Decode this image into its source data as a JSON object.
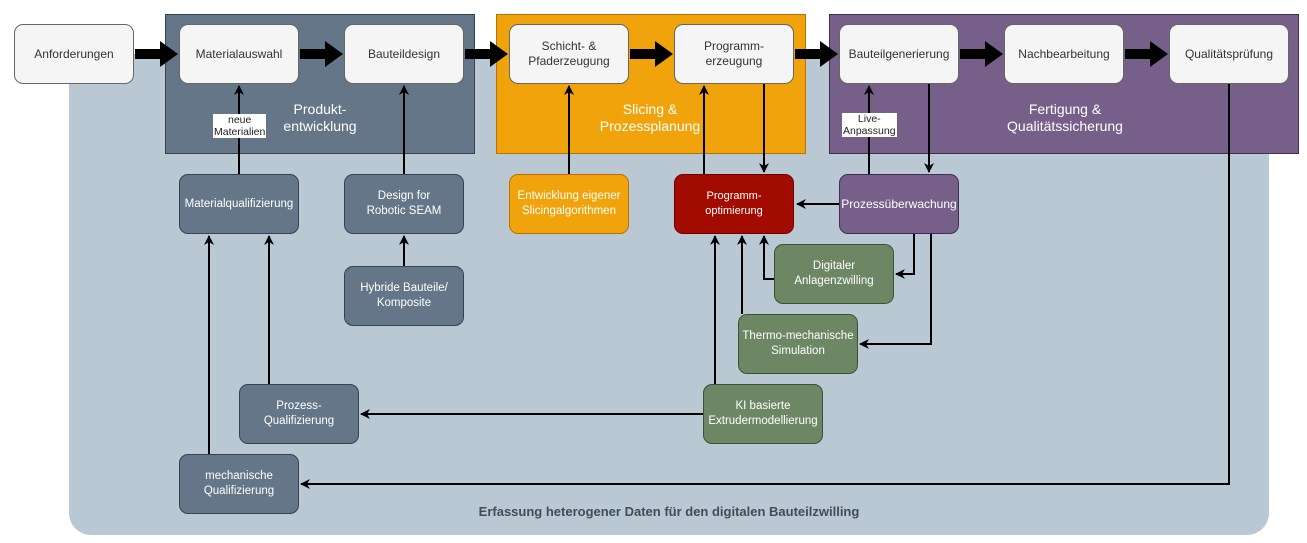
{
  "groups": {
    "produkt": {
      "label": "Produkt-\nentwicklung",
      "color": "#647687"
    },
    "slicing": {
      "label": "Slicing &\nProzessplanung",
      "color": "#f0a30a"
    },
    "fertigung": {
      "label": "Fertigung &\nQualitätssicherung",
      "color": "#76608a"
    }
  },
  "background_caption": "Erfassung heterogener Daten für den digitalen Bauteilzwilling",
  "main_flow": [
    {
      "id": "anforderungen",
      "label": "Anforderungen"
    },
    {
      "id": "materialauswahl",
      "label": "Materialauswahl"
    },
    {
      "id": "bauteildesign",
      "label": "Bauteildesign"
    },
    {
      "id": "schicht",
      "label": "Schicht- &\nPfaderzeugung"
    },
    {
      "id": "programmerzeugung",
      "label": "Programm-\nerzeugung"
    },
    {
      "id": "bauteilgenerierung",
      "label": "Bauteilgenerierung"
    },
    {
      "id": "nachbearbeitung",
      "label": "Nachbearbeitung"
    },
    {
      "id": "qualitaetspruefung",
      "label": "Qualitätsprüfung"
    }
  ],
  "support_nodes": {
    "materialqualifizierung": "Materialqualifizierung",
    "design_for_seam": "Design for\nRobotic SEAM",
    "hybride": "Hybride Bauteile/\nKomposite",
    "slicingalgorithmen": "Entwicklung eigener\nSlicingalgorithmen",
    "programmoptimierung": "Programm-\noptimierung",
    "prozessueberwachung": "Prozessüberwachung",
    "anlagenzwilling": "Digitaler\nAnlagenzwilling",
    "thermo": "Thermo-mechanische\nSimulation",
    "prozess_qual": "Prozess-\nQualifizierung",
    "ki_extruder": "KI basierte\nExtrudermodellierung",
    "mech_qual": "mechanische\nQualifizierung"
  },
  "edge_labels": {
    "neue_materialien": "neue\nMaterialien",
    "live_anpassung": "Live-\nAnpassung"
  }
}
